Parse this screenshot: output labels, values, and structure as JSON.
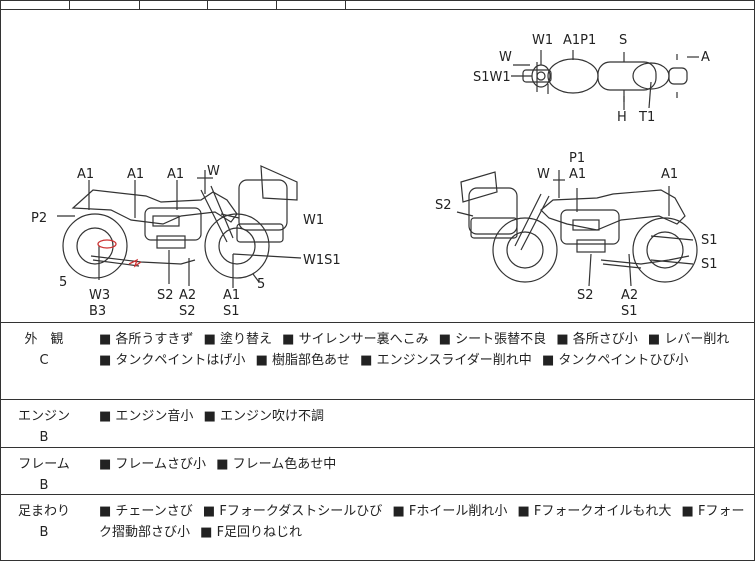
{
  "top_view_labels": [
    "W1",
    "A1P1",
    "S",
    "W",
    "A",
    "S1W1",
    "H",
    "T1"
  ],
  "left_side_labels": [
    "A1",
    "A1",
    "A1",
    "W",
    "P2",
    "W1",
    "W1S1",
    "5",
    "W3",
    "B3",
    "S2",
    "A2",
    "S2",
    "A1",
    "S1",
    "5"
  ],
  "right_side_labels": [
    "P1",
    "W",
    "A1",
    "A1",
    "S2",
    "S1",
    "S1",
    "S2",
    "A2",
    "S1"
  ],
  "sections": [
    {
      "name": "外　観",
      "grade": "C",
      "items": [
        "各所うすきず",
        "塗り替え",
        "サイレンサー裏へこみ",
        "シート張替不良",
        "各所さび小",
        "レバー削れ",
        "タンクペイントはげ小",
        "樹脂部色あせ",
        "エンジンスライダー削れ中",
        "タンクペイントひび小"
      ]
    },
    {
      "name": "エンジン",
      "grade": "B",
      "items": [
        "エンジン音小",
        "エンジン吹け不調"
      ]
    },
    {
      "name": "フレーム",
      "grade": "B",
      "items": [
        "フレームさび小",
        "フレーム色あせ中"
      ]
    },
    {
      "name": "足まわり",
      "grade": "B",
      "items": [
        "チェーンさび",
        "Fフォークダストシールひび",
        "Fホイール削れ小",
        "Fフォークオイルもれ大",
        "Fフォーク摺動部さび小",
        "F足回りねじれ"
      ]
    }
  ]
}
